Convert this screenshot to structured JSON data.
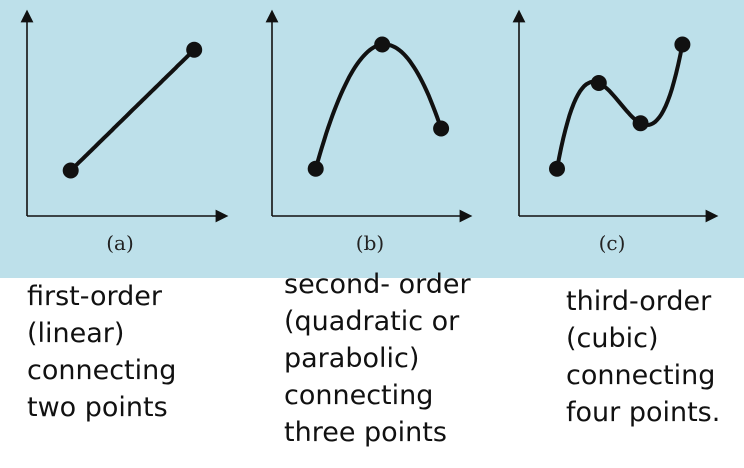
{
  "panels": [
    {
      "label": "(a)",
      "caption_lines": [
        "first-order",
        "(linear)",
        "connecting",
        "two points"
      ],
      "points": [
        [
          0.23,
          0.26
        ],
        [
          0.88,
          0.95
        ]
      ],
      "curve": "linear"
    },
    {
      "label": "(b)",
      "caption_lines": [
        "second- order",
        "(quadratic or",
        "parabolic)",
        "connecting",
        "three points"
      ],
      "points": [
        [
          0.23,
          0.27
        ],
        [
          0.58,
          0.98
        ],
        [
          0.89,
          0.5
        ]
      ],
      "curve": "quadratic"
    },
    {
      "label": "(c)",
      "caption_lines": [
        "third-order",
        "(cubic)",
        "connecting",
        "four points."
      ],
      "points": [
        [
          0.2,
          0.27
        ],
        [
          0.42,
          0.76
        ],
        [
          0.64,
          0.53
        ],
        [
          0.86,
          0.98
        ]
      ],
      "curve": "cubic"
    }
  ],
  "colors": {
    "panel_background": "#bde0ea",
    "stroke": "#111111"
  }
}
